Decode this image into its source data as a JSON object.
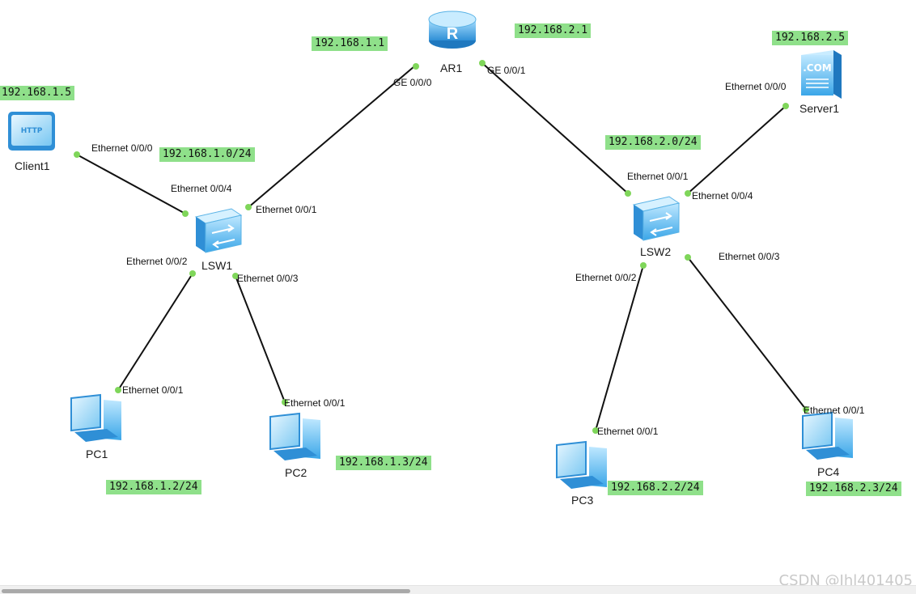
{
  "devices": {
    "ar1": {
      "name": "AR1",
      "icon": "router-icon"
    },
    "lsw1": {
      "name": "LSW1",
      "icon": "switch-icon"
    },
    "lsw2": {
      "name": "LSW2",
      "icon": "switch-icon"
    },
    "client1": {
      "name": "Client1",
      "icon": "http-client-icon"
    },
    "server1": {
      "name": "Server1",
      "icon": "server-com-icon"
    },
    "pc1": {
      "name": "PC1",
      "icon": "pc-icon"
    },
    "pc2": {
      "name": "PC2",
      "icon": "pc-icon"
    },
    "pc3": {
      "name": "PC3",
      "icon": "pc-icon"
    },
    "pc4": {
      "name": "PC4",
      "icon": "pc-icon"
    }
  },
  "ports": {
    "ar1_ge000": "GE 0/0/0",
    "ar1_ge001": "GE 0/0/1",
    "client1_eth": "Ethernet 0/0/0",
    "lsw1_eth4": "Ethernet 0/0/4",
    "lsw1_eth1": "Ethernet 0/0/1",
    "lsw1_eth2": "Ethernet 0/0/2",
    "lsw1_eth3": "Ethernet 0/0/3",
    "pc1_eth": "Ethernet 0/0/1",
    "pc2_eth": "Ethernet 0/0/1",
    "lsw2_eth1": "Ethernet 0/0/1",
    "lsw2_eth4": "Ethernet 0/0/4",
    "lsw2_eth2": "Ethernet 0/0/2",
    "lsw2_eth3": "Ethernet 0/0/3",
    "server1_eth": "Ethernet 0/0/0",
    "pc3_eth": "Ethernet 0/0/1",
    "pc4_eth": "Ethernet 0/0/1"
  },
  "ip_labels": {
    "ar1_left": "192.168.1.1",
    "ar1_right": "192.168.2.1",
    "client1": "192.168.1.5",
    "net1": "192.168.1.0/24",
    "net2": "192.168.2.0/24",
    "server1": "192.168.2.5",
    "pc1": "192.168.1.2/24",
    "pc2": "192.168.1.3/24",
    "pc3": "192.168.2.2/24",
    "pc4": "192.168.2.3/24"
  },
  "watermark": "CSDN @Jhl401405",
  "colors": {
    "ip_bg": "#8fe08a",
    "link": "#111111",
    "port_dot": "#7fd65a",
    "device_blue": "#3aa6e8"
  }
}
